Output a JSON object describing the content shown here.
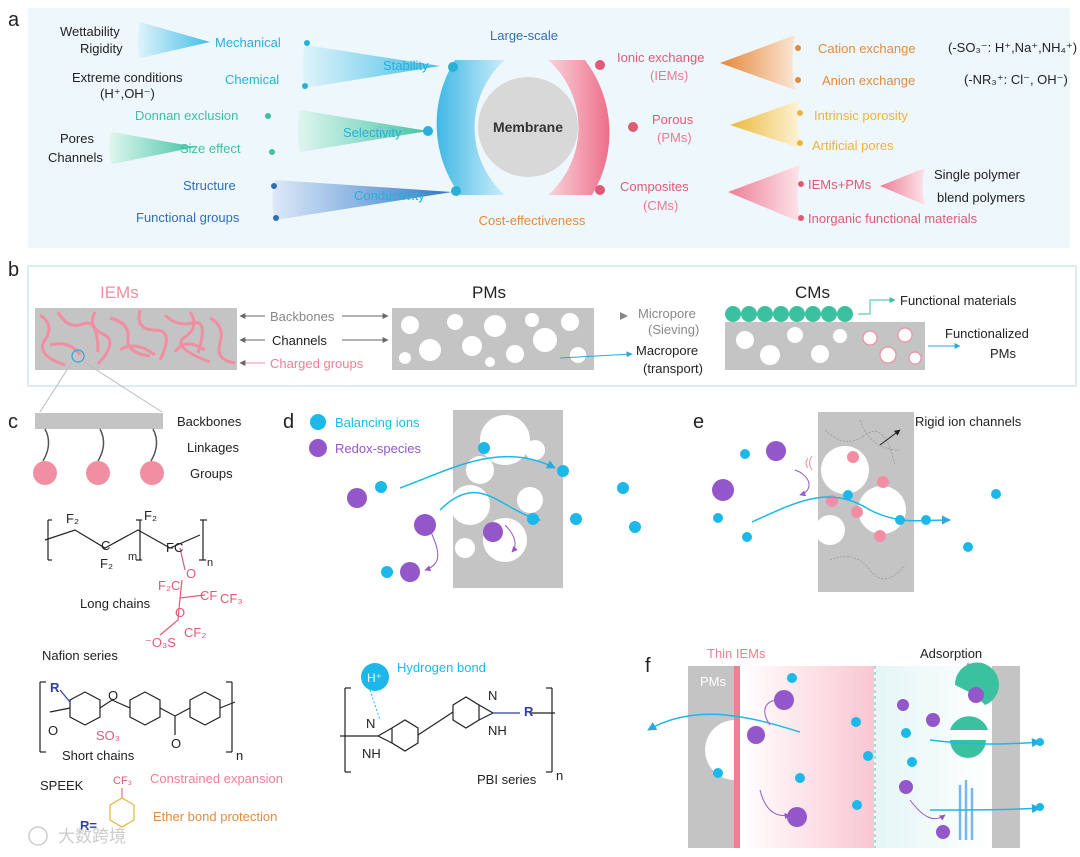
{
  "panel_labels": {
    "a": "a",
    "b": "b",
    "c": "c",
    "d": "d",
    "e": "e",
    "f": "f"
  },
  "colors": {
    "blue": "#2ab0d8",
    "teal": "#3cc1a0",
    "pink": "#f07e95",
    "orange": "#e58b3c",
    "yellow": "#e9b53e",
    "navy": "#2f6fb8",
    "purple": "#9357c9",
    "ion": "#1cb8ea",
    "gray": "#c4c4c4"
  },
  "panel_a": {
    "center": "Membrane",
    "top": "Large-scale",
    "bottom": "Cost-effectiveness",
    "left": {
      "stability": "Stability",
      "selectivity": "Selectivity",
      "conductivity": "Conductivity",
      "mechanical": "Mechanical",
      "chemical": "Chemical",
      "donnan": "Donnan exclusion",
      "size_effect": "Size effect",
      "structure": "Structure",
      "functional_groups": "Functional groups",
      "wettability": "Wettability",
      "rigidity": "Rigidity",
      "extreme1": "Extreme conditions",
      "extreme2": "(H⁺,OH⁻)",
      "pores": "Pores",
      "channels": "Channels"
    },
    "right": {
      "ionic": "Ionic exchange",
      "iems": "(IEMs)",
      "porous": "Porous",
      "pms": "(PMs)",
      "composites": "Composites",
      "cms": "(CMs)",
      "cation": "Cation exchange",
      "anion": "Anion exchange",
      "cation_ions": "(-SO₃⁻: H⁺,Na⁺,NH₄⁺)",
      "anion_ions": "(-NR₃⁺: Cl⁻, OH⁻)",
      "intrinsic": "Intrinsic porosity",
      "artificial": "Artificial pores",
      "iems_pms": "IEMs+PMs",
      "inorganic": "Inorganic functional materials",
      "single": "Single polymer",
      "blend": "blend polymers"
    }
  },
  "panel_b": {
    "iems": "IEMs",
    "pms": "PMs",
    "cms": "CMs",
    "backbones": "Backbones",
    "channels": "Channels",
    "charged": "Charged groups",
    "micropore": "Micropore",
    "sieving": "(Sieving)",
    "macropore": "Macropore",
    "transport": "(transport)",
    "functional_materials": "Functional materials",
    "functionalized1": "Functionalized",
    "functionalized2": "PMs"
  },
  "panel_c": {
    "backbones": "Backbones",
    "linkages": "Linkages",
    "groups": "Groups",
    "long_chains": "Long chains",
    "nafion": "Nafion series",
    "short_chains": "Short chains",
    "speek": "SPEEK",
    "r_eq": "R=",
    "constrained": "Constrained expansion",
    "ether": "Ether bond protection",
    "chem": {
      "F2a": "F₂",
      "F2b": "F₂",
      "F2c": "F₂",
      "C": "C",
      "FC": "FC",
      "m": "m",
      "n": "n",
      "O1": "O",
      "F2C": "F₂C",
      "CF": "CF",
      "CF3": "CF₃",
      "O2": "O",
      "SO3": "⁻O₃S",
      "CF2": "CF₂",
      "R": "R",
      "O_l": "O",
      "O_m": "O",
      "SO3H": "SO₃",
      "O_k": "O",
      "n2": "n",
      "CF3b": "CF₃"
    }
  },
  "panel_d": {
    "balancing": "Balancing ions",
    "redox": "Redox-species",
    "hydrogen_bond": "Hydrogen bond",
    "h_plus": "H⁺",
    "pbi": "PBI series",
    "chem": {
      "N1": "N",
      "NH1": "NH",
      "N2": "N",
      "NH2": "NH",
      "R": "R",
      "n": "n"
    }
  },
  "panel_e": {
    "rigid": "Rigid ion channels"
  },
  "panel_f": {
    "thin": "Thin IEMs",
    "pms": "PMs",
    "adsorption": "Adsorption"
  },
  "watermark": "大数跨境"
}
